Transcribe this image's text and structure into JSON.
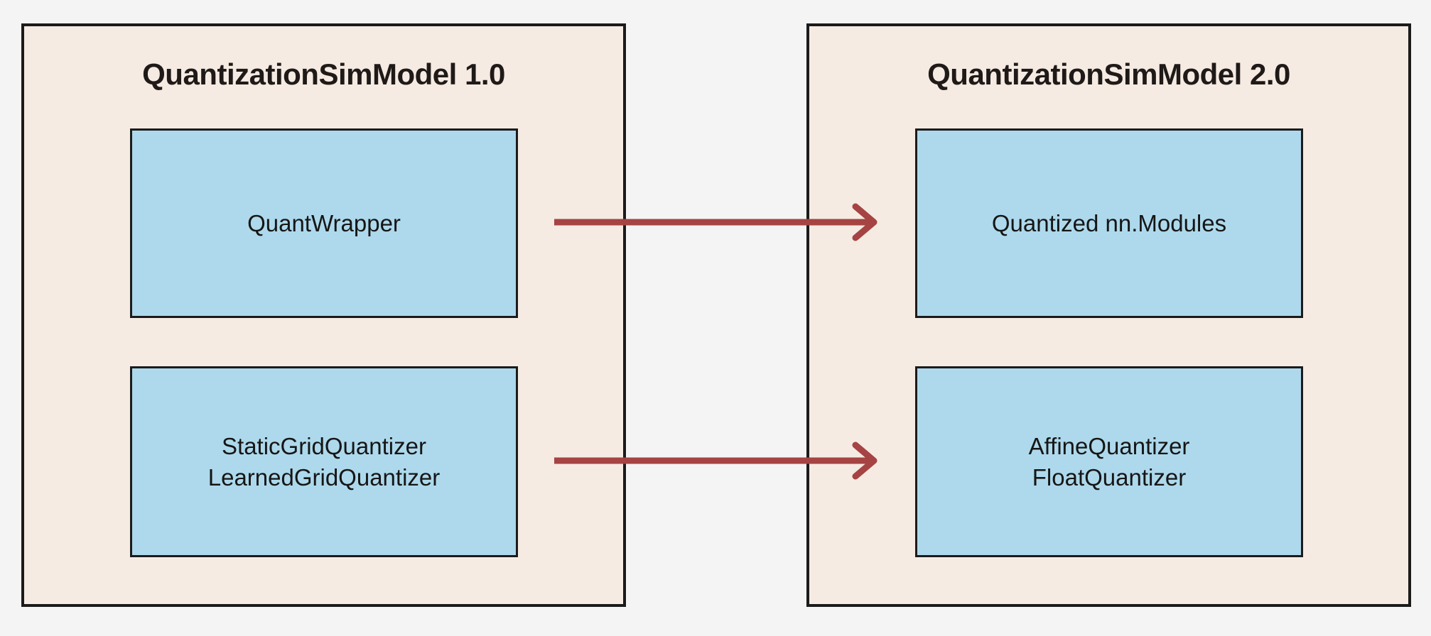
{
  "panels": [
    {
      "title": "QuantizationSimModel 1.0",
      "boxes": [
        {
          "label": "QuantWrapper"
        },
        {
          "label": "StaticGridQuantizer\nLearnedGridQuantizer"
        }
      ]
    },
    {
      "title": "QuantizationSimModel 2.0",
      "boxes": [
        {
          "label": "Quantized nn.Modules"
        },
        {
          "label": "AffineQuantizer\nFloatQuantizer"
        }
      ]
    }
  ],
  "arrows": [
    {
      "from": "QuantWrapper",
      "to": "Quantized nn.Modules"
    },
    {
      "from": "StaticGridQuantizer / LearnedGridQuantizer",
      "to": "AffineQuantizer / FloatQuantizer"
    }
  ],
  "colors": {
    "background": "#f4f4f4",
    "panel_fill": "#f5ebe3",
    "panel_border": "#1b1b1b",
    "box_fill": "#aed9ec",
    "box_border": "#1b1b1b",
    "arrow": "#a64343",
    "title_text": "#1f1a18",
    "box_text": "#161616"
  }
}
